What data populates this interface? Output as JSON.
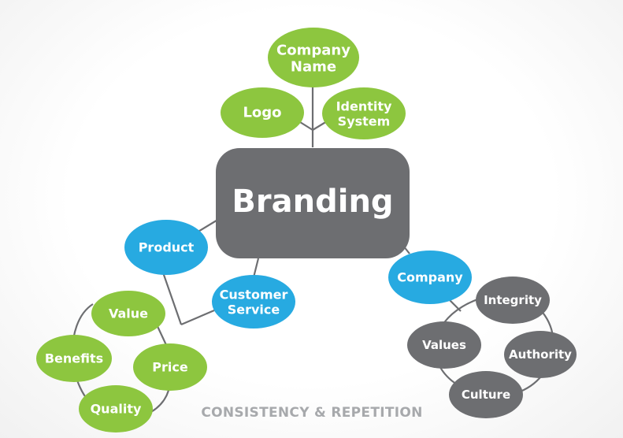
{
  "colors": {
    "green": "#8dc63f",
    "blue": "#27aae1",
    "grey": "#6d6e71",
    "footer_text": "#a7a9ac"
  },
  "center": {
    "label": "Branding"
  },
  "identity": {
    "company_name": [
      "Company",
      "Name"
    ],
    "logo": "Logo",
    "identity_system": [
      "Identity",
      "System"
    ]
  },
  "product_group": {
    "product": "Product",
    "customer_service": [
      "Customer",
      "Service"
    ],
    "value": "Value",
    "benefits": "Benefits",
    "price": "Price",
    "quality": "Quality"
  },
  "company_group": {
    "company": "Company",
    "integrity": "Integrity",
    "values": "Values",
    "authority": "Authority",
    "culture": "Culture"
  },
  "footer": {
    "text": "CONSISTENCY & REPETITION"
  }
}
